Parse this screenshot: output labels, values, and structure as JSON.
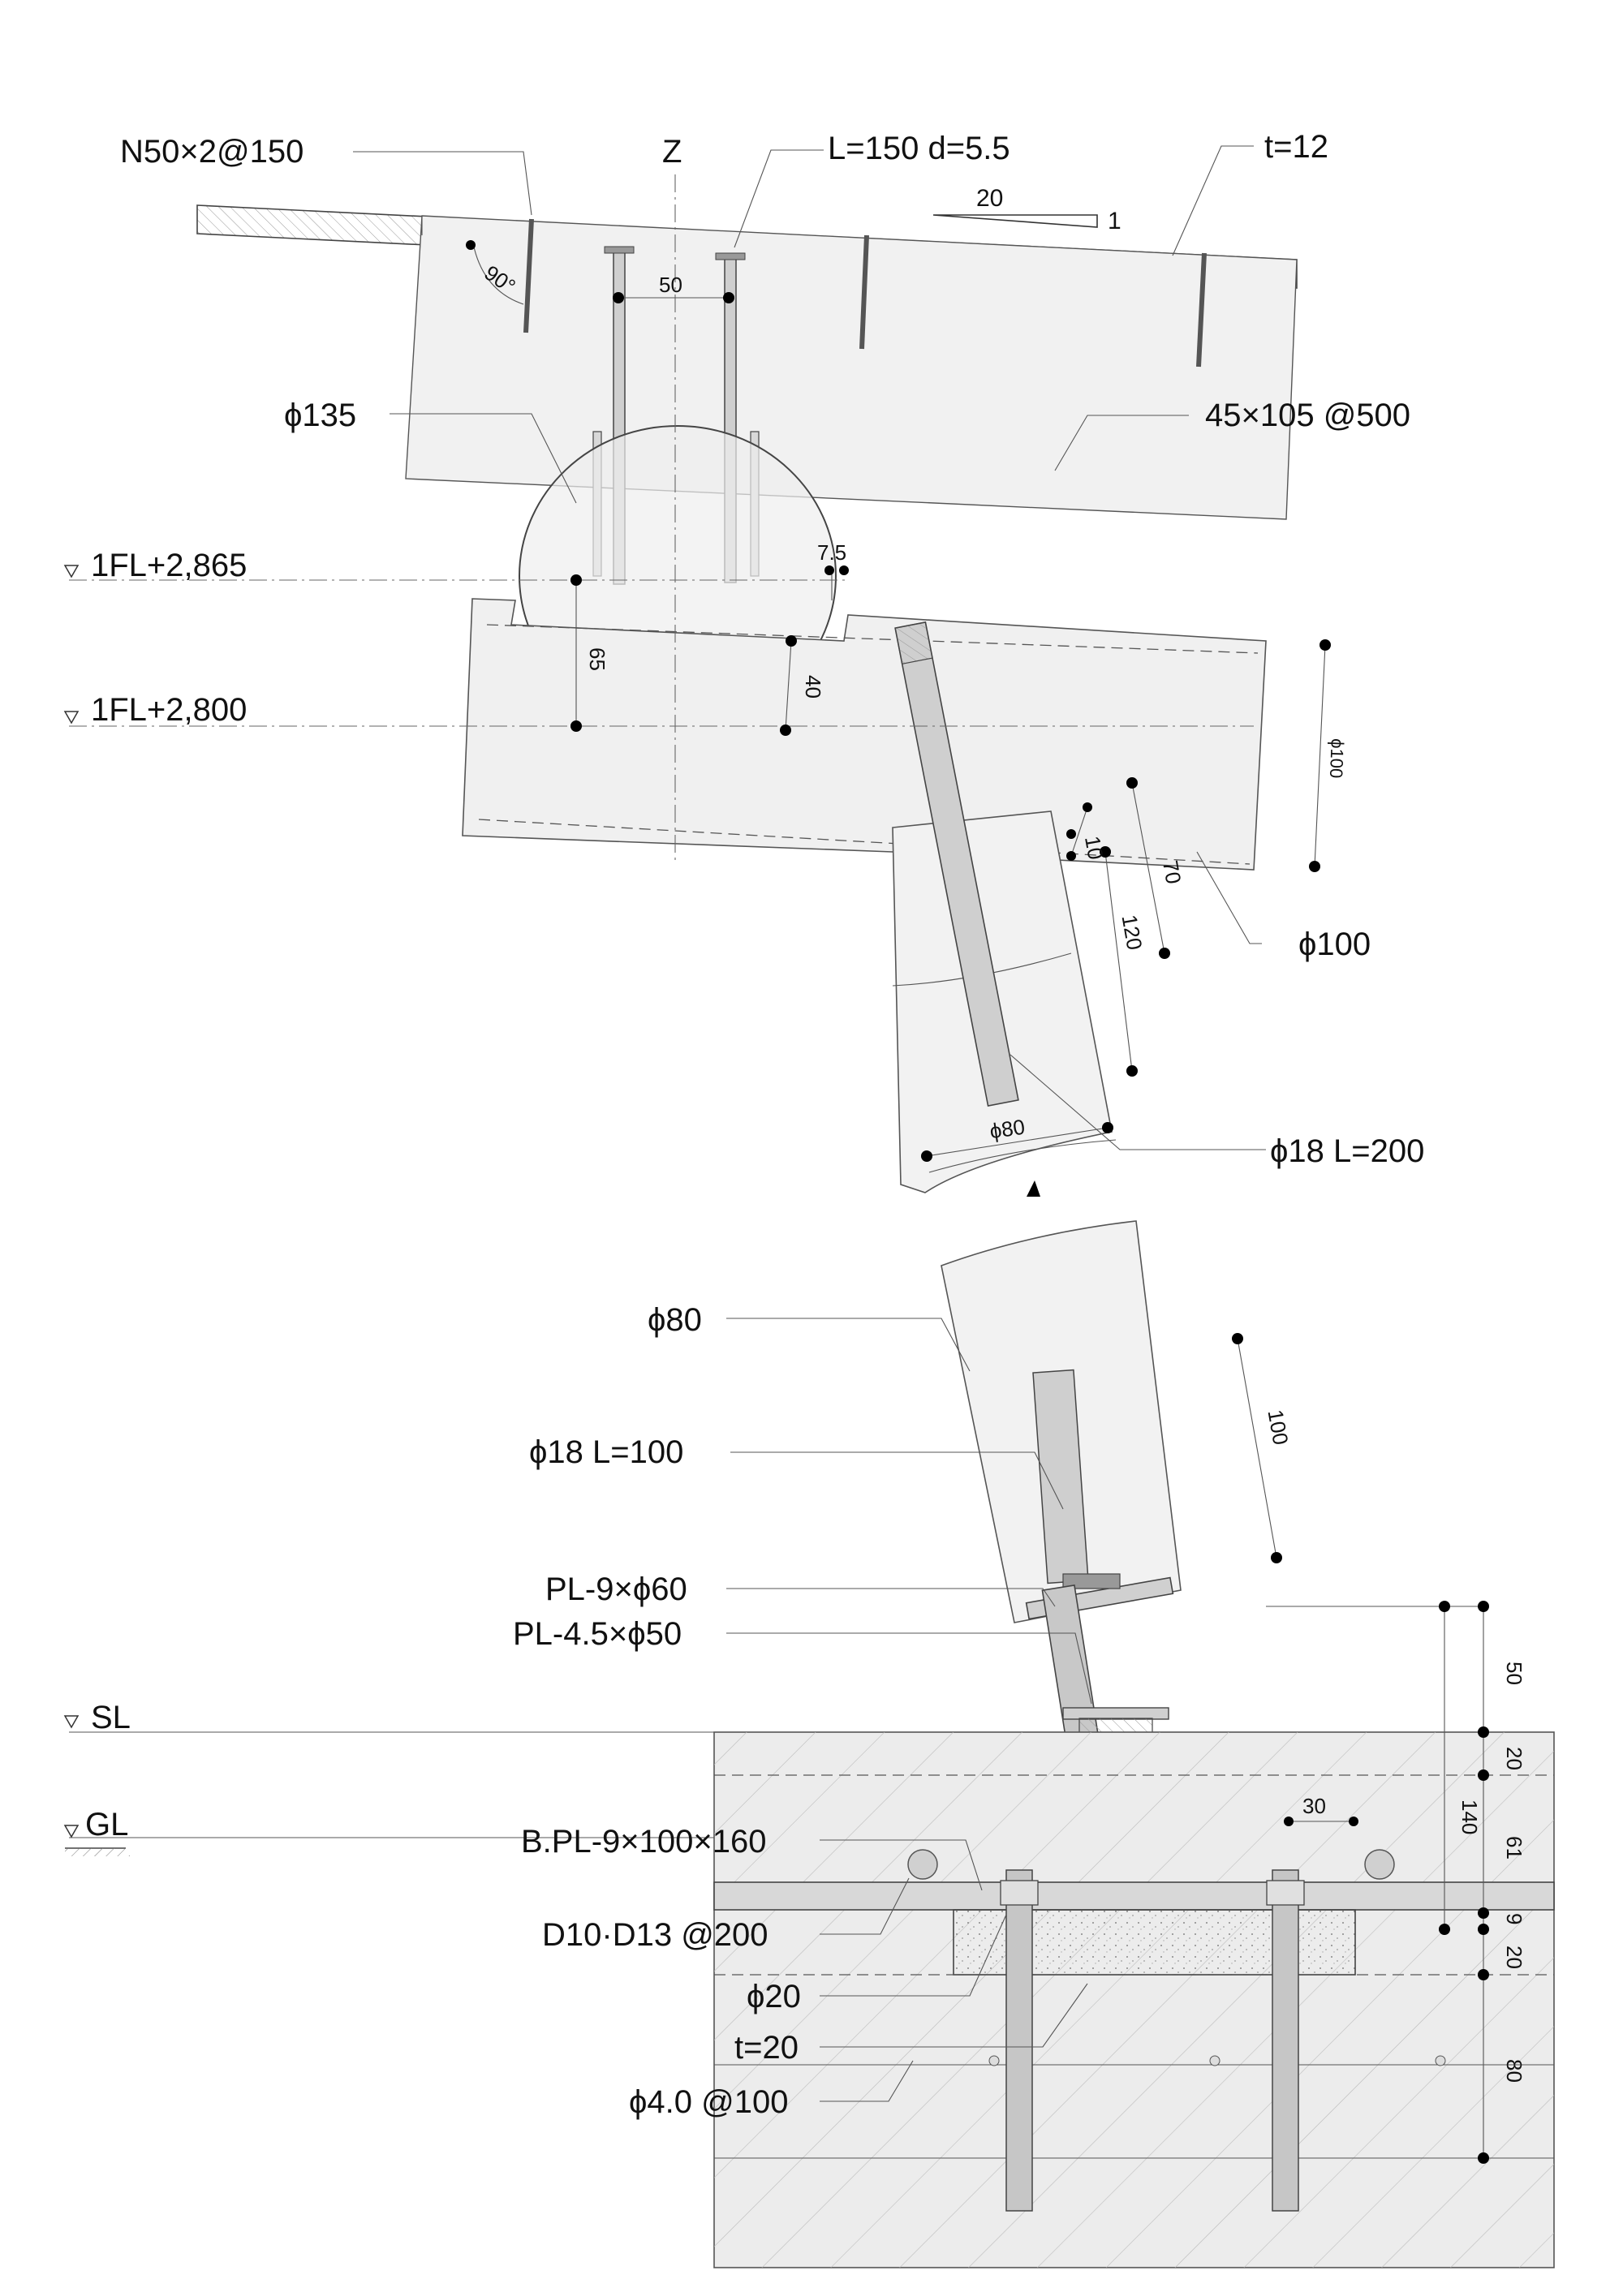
{
  "labels": {
    "nail_spec": "N50×2@150",
    "z_axis": "Z",
    "screw_spec": "L=150 d=5.5",
    "slope_run": "20",
    "slope_rise": "1",
    "board_t": "t=12",
    "angle": "90°",
    "screw_gap": "50",
    "log_dia": "ϕ135",
    "rafter": "45×105 @500",
    "level_1": "1FL+2,865",
    "level_2": "1FL+2,800",
    "dim_7_5": "7.5",
    "dim_65": "65",
    "dim_40": "40",
    "beam_dia_small": "ϕ100",
    "dim_10": "10",
    "dim_70": "70",
    "dim_120": "120",
    "beam_dia": "ϕ100",
    "post_dia_top": "ϕ80",
    "pin_top": "ϕ18 L=200",
    "post_dia": "ϕ80",
    "dim_100": "100",
    "pin_bottom": "ϕ18 L=100",
    "plate_1": "PL-9×ϕ60",
    "plate_2": "PL-4.5×ϕ50",
    "sl": "SL",
    "gl": "GL",
    "base_plate": "B.PL-9×100×160",
    "rebar": "D10·D13 @200",
    "anchor": "ϕ20",
    "mortar_t": "t=20",
    "mesh": "ϕ4.0 @100",
    "dim_30": "30",
    "dim_50r": "50",
    "dim_20r": "20",
    "dim_140": "140",
    "dim_61": "61",
    "dim_9": "9",
    "dim_20b": "20",
    "dim_80": "80"
  },
  "colors": {
    "wood": "#efefef",
    "concrete": "#e8e8e8",
    "steel": "#c8c8c8",
    "line": "#333333"
  }
}
